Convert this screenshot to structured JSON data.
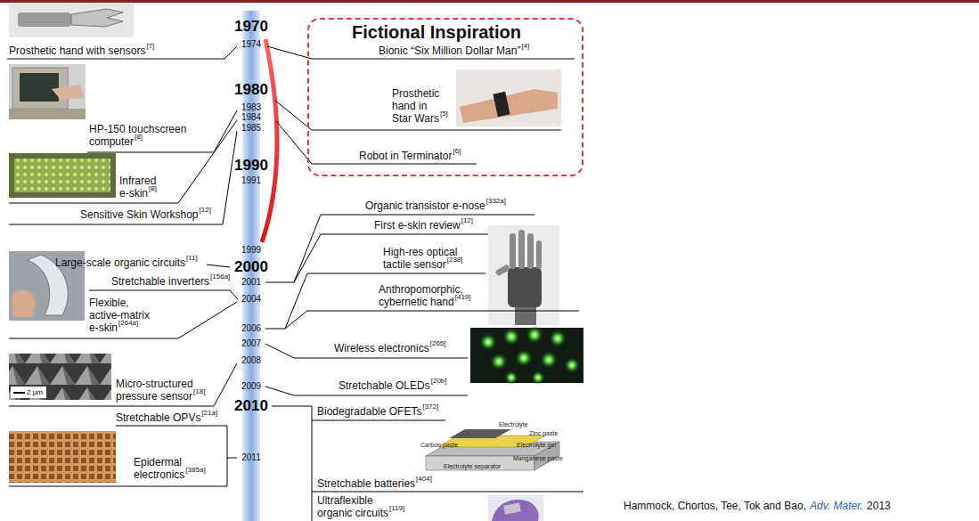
{
  "diagram": {
    "nodes": [
      {
        "text": [
          "Fictional Inspiration",
          "Bionic “Six Million Dollar Man”",
          "[4]",
          "Prosthetic hand in Star Wars",
          "[5]",
          "Robot in Terminator",
          "[6]"
        ]
      }
    ],
    "labels": [
      "1970",
      "Prosthetic hand with sensors",
      "[7]",
      "1974",
      "1980",
      "HP-150 touchscreen computer",
      "[8]",
      "1983",
      "1984",
      "1985",
      "Infrared e-skin",
      "[8]",
      "Sensitive Skin Workshop",
      "[12]",
      "1990",
      "1991",
      "1999",
      "Large-scale organic circuits",
      "[11]",
      "2000",
      "2001",
      "Organic transistor e-nose",
      "[332a]",
      "First e-skin review",
      "[12]",
      "High-res optical tactile sensor",
      "[238]",
      "Stretchable inverters",
      "[156a]",
      "Flexible, active-matrix e-skin",
      "[264a]",
      "2004",
      "Anthropomorphic, cybernetic hand",
      "[419]",
      "2006",
      "2007",
      "Wireless electronics",
      "[265]",
      "Micro-structured pressure sensor",
      "[18]",
      "2 µm",
      "2008",
      "2009",
      "Stretchable OLEDs",
      "[20b]",
      "2010",
      "Biodegradable OFETs",
      "[372]",
      "Stretchable OPVs",
      "[21a]",
      "Epidermal electronics",
      "[385a]",
      "2011",
      "Electrolyte",
      "Zinc paste",
      "Carbon paste",
      "Electrolyte gel",
      "Electrolyte separator",
      "Manganese paste",
      "Stretchable batteries",
      "[404]",
      "Ultraflexible organic circuits",
      "[119]",
      "Hammock, Chortos, Tee, Tok and Bao,",
      "Adv. Mater.",
      "2013"
    ]
  }
}
